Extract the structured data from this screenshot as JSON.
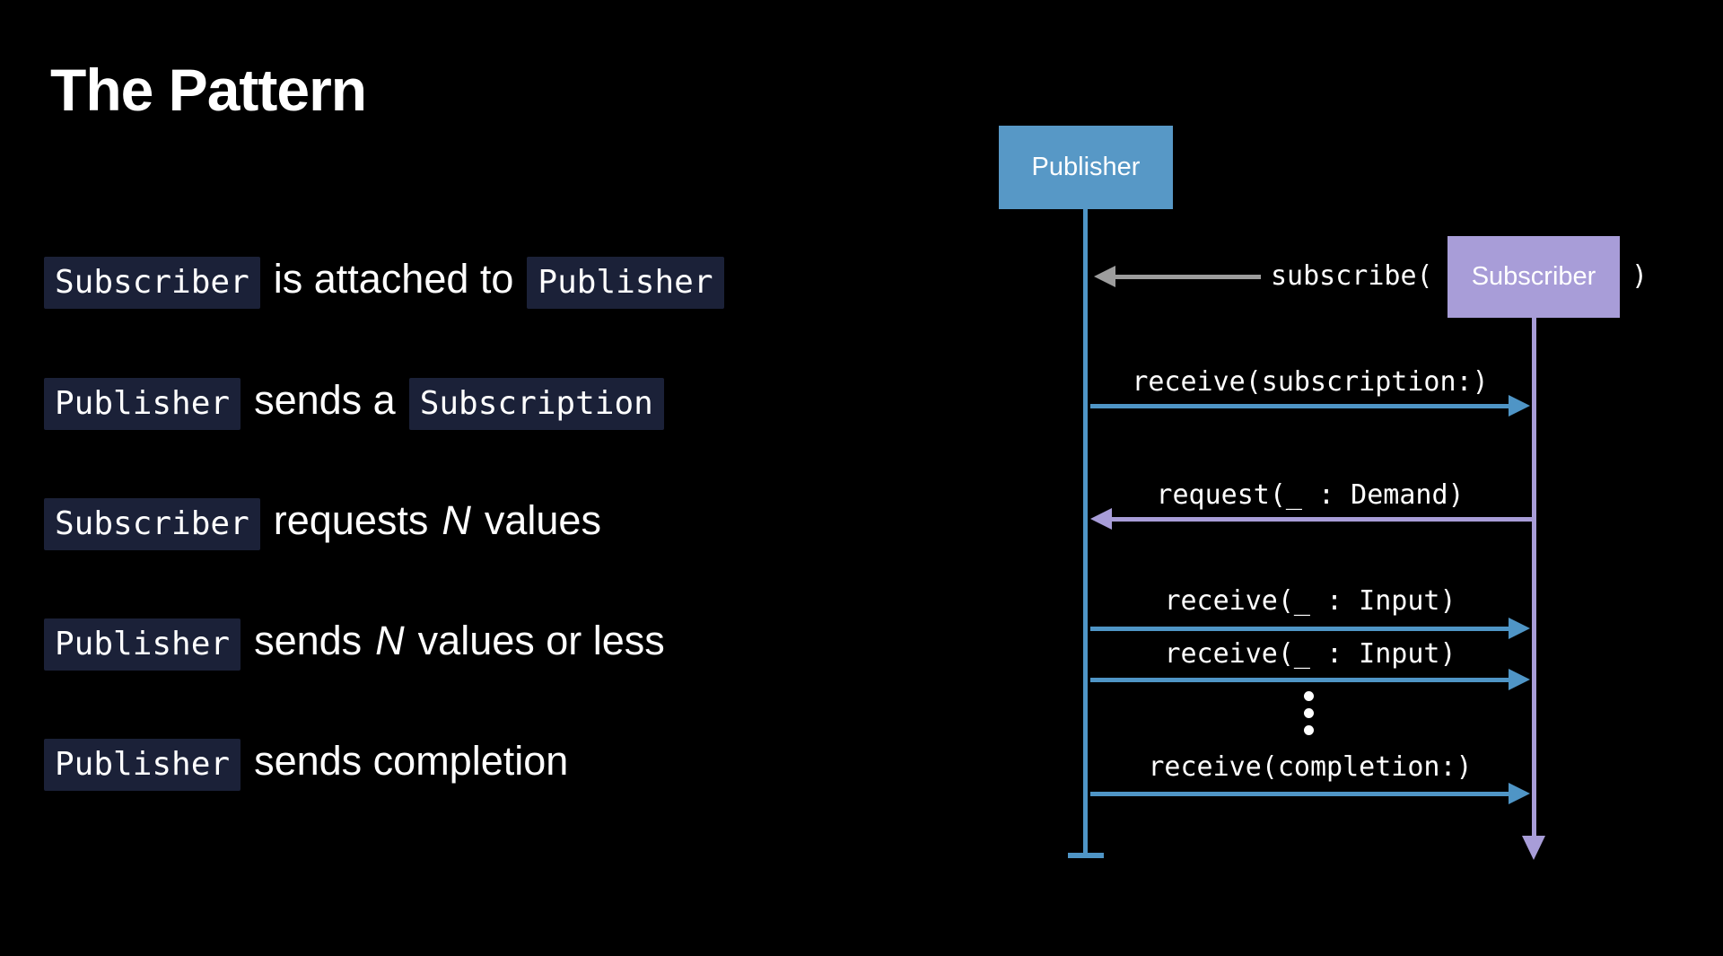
{
  "title": "The Pattern",
  "bullets": [
    {
      "segments": [
        {
          "type": "code",
          "text": "Subscriber"
        },
        {
          "type": "plain",
          "text": "is attached to"
        },
        {
          "type": "code",
          "text": "Publisher"
        }
      ]
    },
    {
      "segments": [
        {
          "type": "code",
          "text": "Publisher"
        },
        {
          "type": "plain",
          "text": "sends a"
        },
        {
          "type": "code",
          "text": "Subscription"
        }
      ]
    },
    {
      "segments": [
        {
          "type": "code",
          "text": "Subscriber"
        },
        {
          "type": "plain",
          "text": "requests"
        },
        {
          "type": "italic",
          "text": "N"
        },
        {
          "type": "plain",
          "text": "values"
        }
      ]
    },
    {
      "segments": [
        {
          "type": "code",
          "text": "Publisher"
        },
        {
          "type": "plain",
          "text": "sends"
        },
        {
          "type": "italic",
          "text": "N"
        },
        {
          "type": "plain",
          "text": "values or less"
        }
      ]
    },
    {
      "segments": [
        {
          "type": "code",
          "text": "Publisher"
        },
        {
          "type": "plain",
          "text": "sends completion"
        }
      ]
    }
  ],
  "diagram": {
    "publisher_label": "Publisher",
    "subscriber_label": "Subscriber",
    "subscribe_prefix": "subscribe(",
    "subscribe_suffix": ")",
    "messages": [
      {
        "label": "receive(subscription:)",
        "direction": "right",
        "from": "Publisher",
        "to": "Subscriber"
      },
      {
        "label": "request(_ : Demand)",
        "direction": "left",
        "from": "Subscriber",
        "to": "Publisher"
      },
      {
        "label": "receive(_ : Input)",
        "direction": "right",
        "from": "Publisher",
        "to": "Subscriber"
      },
      {
        "label": "receive(_ : Input)",
        "direction": "right",
        "from": "Publisher",
        "to": "Subscriber"
      },
      {
        "label": "receive(completion:)",
        "direction": "right",
        "from": "Publisher",
        "to": "Subscriber"
      }
    ],
    "ellipsis_dots": 3
  },
  "colors": {
    "background": "#000000",
    "text": "#ffffff",
    "publisher_blue": "#5798c6",
    "arrow_blue": "#4f95c6",
    "subscriber_purple": "#a89dd8",
    "subscribe_gray": "#9d9d9d",
    "code_chip_bg": "#1b2138"
  }
}
